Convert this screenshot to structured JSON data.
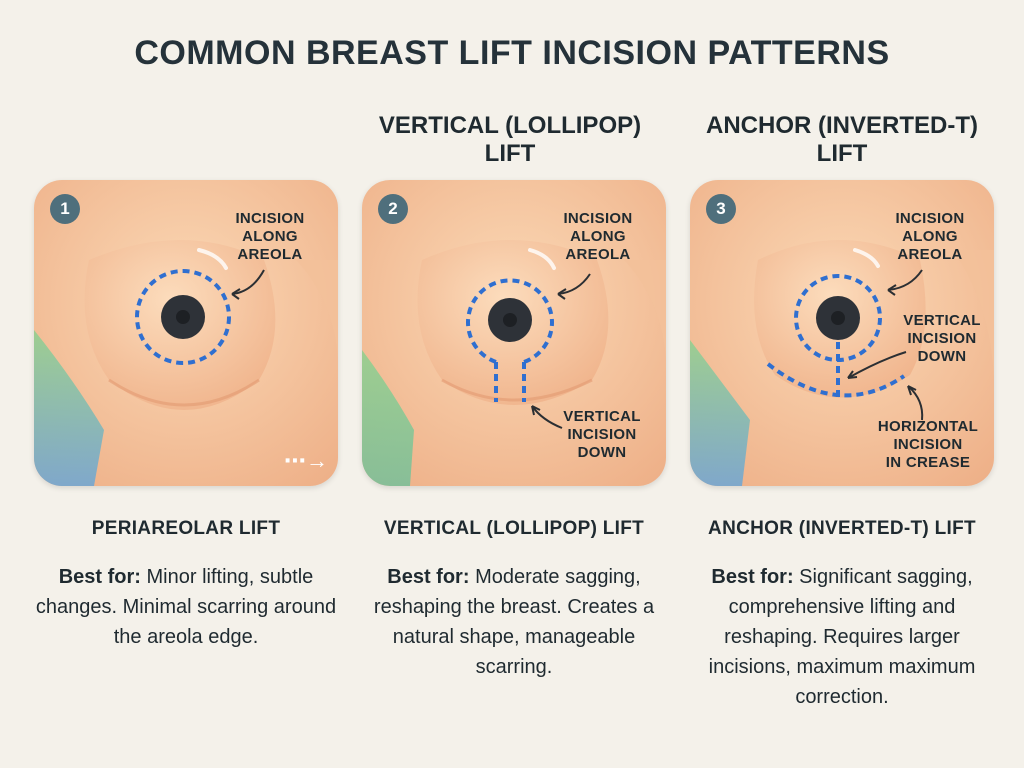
{
  "title": "COMMON BREAST LIFT INCISION PATTERNS",
  "columns": [
    {
      "number": "1",
      "heading": "",
      "labels": [
        "INCISION\nALONG\nAREOLA"
      ],
      "name": "PERIAREOLAR LIFT",
      "best_for_label": "Best for:",
      "description": "Minor lifting, subtle changes. Minimal scarring around the areola edge.",
      "nav_icon": "dotted-arrow-right-icon"
    },
    {
      "number": "2",
      "heading": "VERTICAL (LOLLIPOP) LIFT",
      "labels": [
        "INCISION\nALONG\nAREOLA",
        "VERTICAL\nINCISION\nDOWN"
      ],
      "name": "VERTICAL (LOLLIPOP) LIFT",
      "best_for_label": "Best for:",
      "description": "Moderate sagging, reshaping the breast. Creates a natural shape, manageable scarring."
    },
    {
      "number": "3",
      "heading": "ANCHOR (INVERTED-T) LIFT",
      "labels": [
        "INCISION\nALONG\nAREOLA",
        "VERTICAL\nINCISION\nDOWN",
        "HORIZONTAL\nINCISION\nIN CREASE"
      ],
      "name": "ANCHOR (INVERTED-T) LIFT",
      "best_for_label": "Best for:",
      "description": "Significant sagging, comprehensive lifting and reshaping. Requires larger incisions, maximum maximum correction."
    }
  ],
  "colors": {
    "skin_light": "#f8cfa6",
    "skin_dark": "#e8a57c",
    "incision": "#2f6fd0",
    "nipple": "#2e3238",
    "badge": "#4f6f7c",
    "background": "#f4f1ea"
  }
}
